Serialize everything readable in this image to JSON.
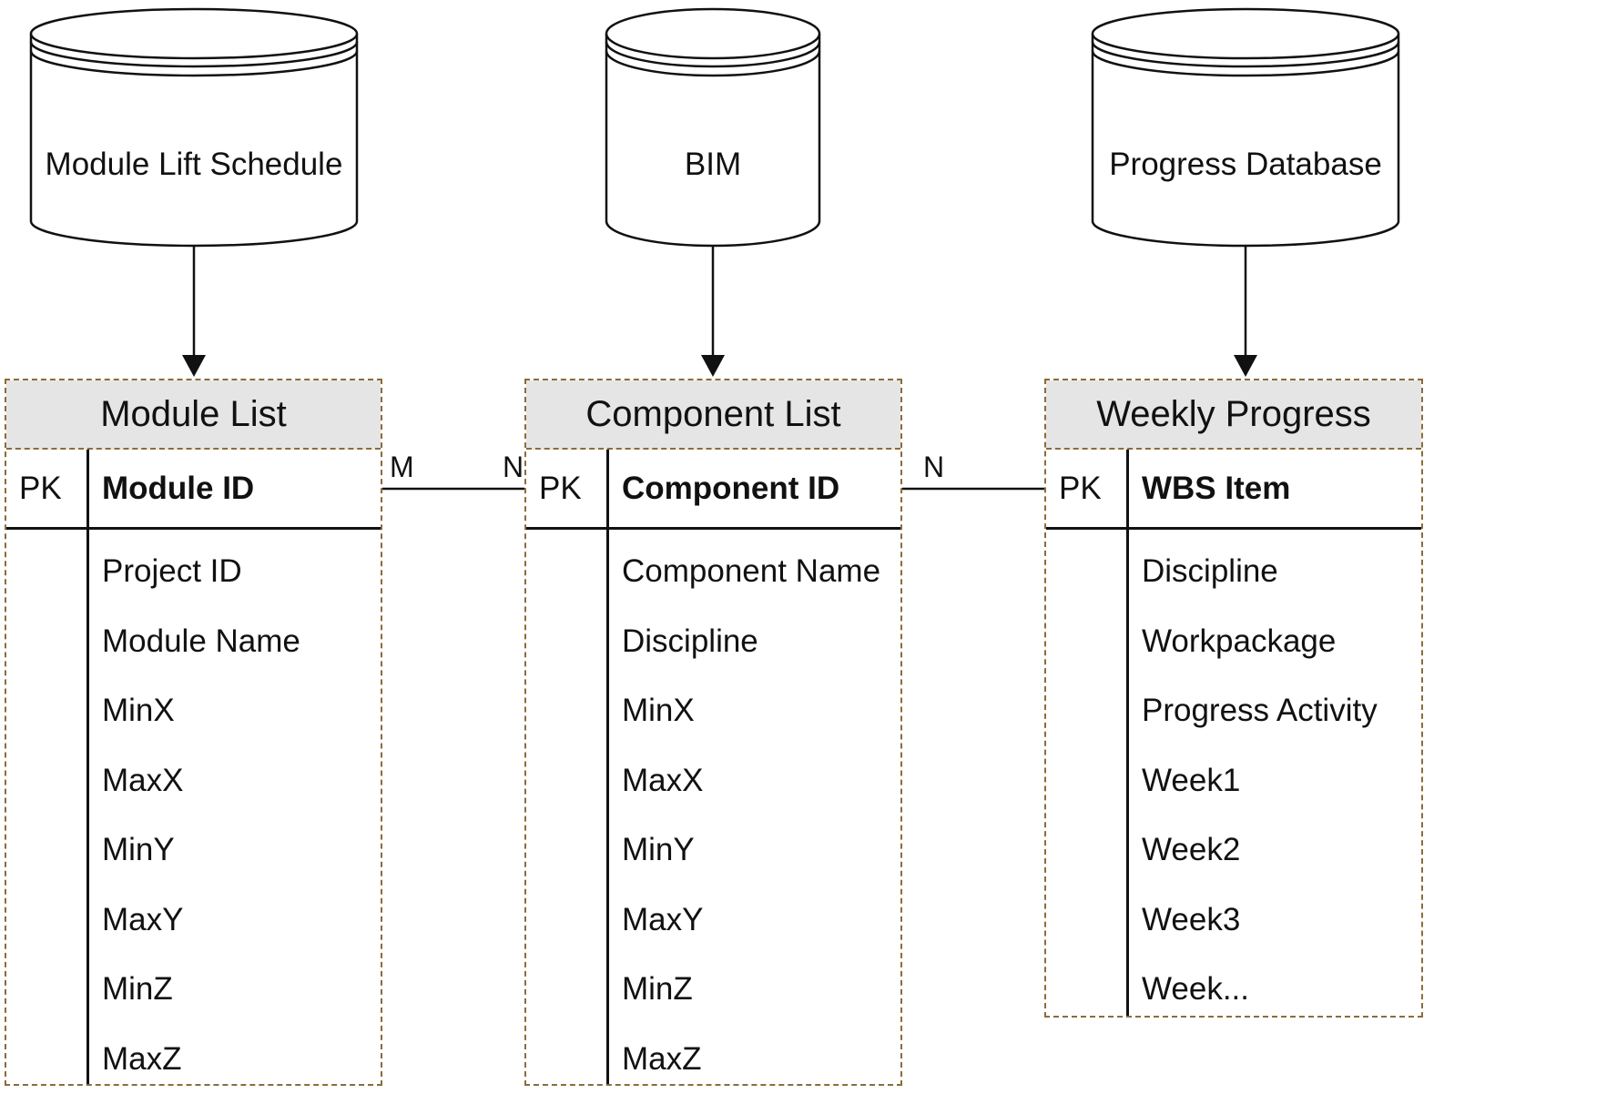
{
  "databases": [
    {
      "id": "module-lift-schedule",
      "label": "Module Lift Schedule"
    },
    {
      "id": "bim",
      "label": "BIM"
    },
    {
      "id": "progress-database",
      "label": "Progress Database"
    }
  ],
  "entities": {
    "module_list": {
      "title": "Module List",
      "pk_tag": "PK",
      "pk_field": "Module ID",
      "fields": [
        "Project ID",
        "Module Name",
        "MinX",
        "MaxX",
        "MinY",
        "MaxY",
        "MinZ",
        "MaxZ"
      ]
    },
    "component_list": {
      "title": "Component List",
      "pk_tag": "PK",
      "pk_field": "Component ID",
      "fields": [
        "Component Name",
        "Discipline",
        "MinX",
        "MaxX",
        "MinY",
        "MaxY",
        "MinZ",
        "MaxZ"
      ]
    },
    "weekly_progress": {
      "title": "Weekly Progress",
      "pk_tag": "PK",
      "pk_field": "WBS Item",
      "fields": [
        "Discipline",
        "Workpackage",
        "Progress Activity",
        "Week1",
        "Week2",
        "Week3",
        "Week..."
      ]
    }
  },
  "relationships": [
    {
      "from": "Module List",
      "to": "Component List",
      "from_cardinality": "M",
      "to_cardinality": "N"
    },
    {
      "from": "Component List",
      "to": "Weekly Progress",
      "from_cardinality": "N",
      "to_cardinality": ""
    }
  ],
  "colors": {
    "line": "#111111",
    "header_fill": "#e5e5e5",
    "dashed_border": "#8a6d3b"
  }
}
